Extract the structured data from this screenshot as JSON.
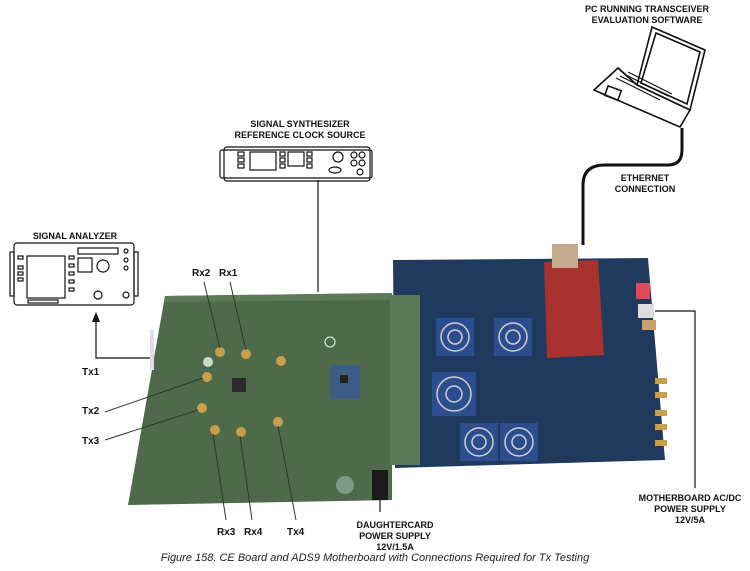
{
  "labels": {
    "pc": [
      "PC RUNNING TRANSCEIVER",
      "EVALUATION SOFTWARE"
    ],
    "synth": [
      "SIGNAL SYNTHESIZER",
      "REFERENCE CLOCK SOURCE"
    ],
    "analyzer": [
      "SIGNAL ANALYZER"
    ],
    "ethernet": [
      "ETHERNET",
      "CONNECTION"
    ],
    "dc_power": [
      "DAUGHTERCARD",
      "POWER SUPPLY",
      "12V/1.5A"
    ],
    "mb_power": [
      "MOTHERBOARD AC/DC",
      "POWER SUPPLY",
      "12V/5A"
    ]
  },
  "ports": {
    "rx1": "Rx1",
    "rx2": "Rx2",
    "rx3": "Rx3",
    "rx4": "Rx4",
    "tx1": "Tx1",
    "tx2": "Tx2",
    "tx3": "Tx3",
    "tx4": "Tx4"
  },
  "caption": "Figure 158. CE Board and ADS9 Motherboard with Connections Required for Tx Testing",
  "colors": {
    "ce_board": "#4e6a4a",
    "motherboard": "#1f3a5c",
    "fpga_board": "#a8322e",
    "connector": "#c9a04a"
  }
}
